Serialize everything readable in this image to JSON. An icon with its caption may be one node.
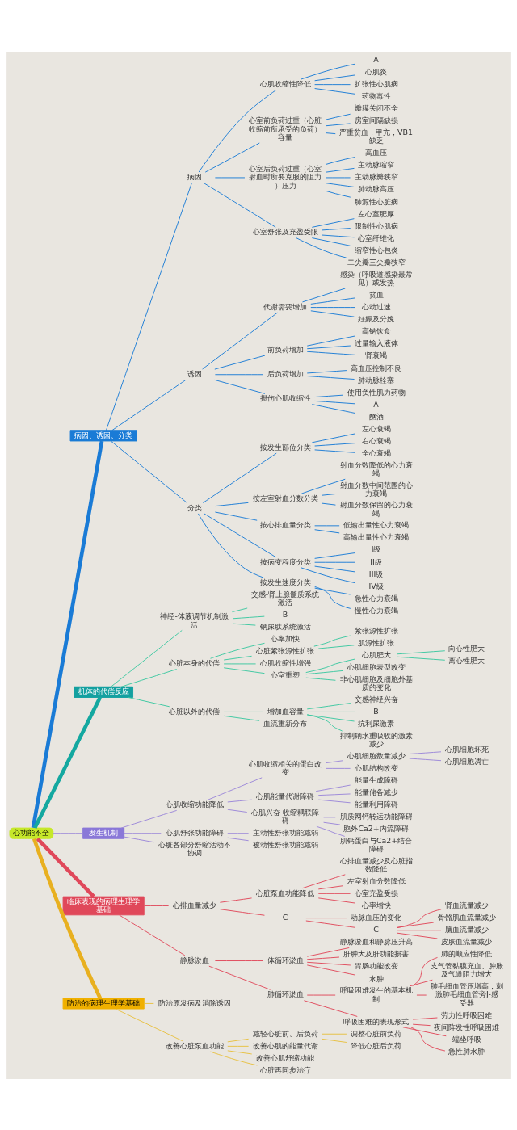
{
  "diagram": {
    "nodes": [
      {
        "text": [
          "心功能不全"
        ]
      },
      {
        "text": [
          "病因、诱因、分类"
        ]
      },
      {
        "text": [
          "病因"
        ]
      },
      {
        "text": [
          "心肌收缩性降低"
        ]
      },
      {
        "text": [
          "A"
        ]
      },
      {
        "text": [
          "心肌炎"
        ]
      },
      {
        "text": [
          "扩张性心肌病"
        ]
      },
      {
        "text": [
          "药物毒性"
        ]
      },
      {
        "text": [
          "心室前负荷过重（心脏收缩前所承受的负荷）容量"
        ]
      },
      {
        "text": [
          "瓣膜关闭不全"
        ]
      },
      {
        "text": [
          "房室间隔缺损"
        ]
      },
      {
        "text": [
          "严重贫血，甲亢，VB1缺乏"
        ]
      },
      {
        "text": [
          "心室后负荷过重（心室射血时所要克服的阻力）压力"
        ]
      },
      {
        "text": [
          "高血压"
        ]
      },
      {
        "text": [
          "主动脉缩窄"
        ]
      },
      {
        "text": [
          "主动脉瓣狭窄"
        ]
      },
      {
        "text": [
          "肺动脉高压"
        ]
      },
      {
        "text": [
          "肺源性心脏病"
        ]
      },
      {
        "text": [
          "心室舒张及充盈受限"
        ]
      },
      {
        "text": [
          "左心室肥厚"
        ]
      },
      {
        "text": [
          "限制性心肌病"
        ]
      },
      {
        "text": [
          "心室纤维化"
        ]
      },
      {
        "text": [
          "缩窄性心包炎"
        ]
      },
      {
        "text": [
          "二尖瓣三尖瓣狭窄"
        ]
      },
      {
        "text": [
          "诱因"
        ]
      },
      {
        "text": [
          "代谢需要增加"
        ]
      },
      {
        "text": [
          "感染（呼吸道感染最常见）或发热"
        ]
      },
      {
        "text": [
          "贫血"
        ]
      },
      {
        "text": [
          "心动过速"
        ]
      },
      {
        "text": [
          "妊娠及分娩"
        ]
      },
      {
        "text": [
          "前负荷增加"
        ]
      },
      {
        "text": [
          "高钠饮食"
        ]
      },
      {
        "text": [
          "过量输入液体"
        ]
      },
      {
        "text": [
          "肾衰竭"
        ]
      },
      {
        "text": [
          "后负荷增加"
        ]
      },
      {
        "text": [
          "高血压控制不良"
        ]
      },
      {
        "text": [
          "肺动脉栓塞"
        ]
      },
      {
        "text": [
          "损伤心肌收缩性"
        ]
      },
      {
        "text": [
          "使用负性肌力药物"
        ]
      },
      {
        "text": [
          "A"
        ]
      },
      {
        "text": [
          "酗酒"
        ]
      },
      {
        "text": [
          "分类"
        ]
      },
      {
        "text": [
          "按发生部位分类"
        ]
      },
      {
        "text": [
          "左心衰竭"
        ]
      },
      {
        "text": [
          "右心衰竭"
        ]
      },
      {
        "text": [
          "全心衰竭"
        ]
      },
      {
        "text": [
          "按左室射血分数分类"
        ]
      },
      {
        "text": [
          "射血分数降低的心力衰竭"
        ]
      },
      {
        "text": [
          "射血分数中间范围的心力衰竭"
        ]
      },
      {
        "text": [
          "射血分数保留的心力衰竭"
        ]
      },
      {
        "text": [
          "按心排血量分类"
        ]
      },
      {
        "text": [
          "低输出量性心力衰竭"
        ]
      },
      {
        "text": [
          "高输出量性心力衰竭"
        ]
      },
      {
        "text": [
          "按病变程度分类"
        ]
      },
      {
        "text": [
          "I级"
        ]
      },
      {
        "text": [
          "II级"
        ]
      },
      {
        "text": [
          "III级"
        ]
      },
      {
        "text": [
          "IV级"
        ]
      },
      {
        "text": [
          "按发生速度分类"
        ]
      },
      {
        "text": [
          "急性心力衰竭"
        ]
      },
      {
        "text": [
          "慢性心力衰竭"
        ]
      },
      {
        "text": [
          "机体的代偿反应"
        ]
      },
      {
        "text": [
          "神经-体液调节机制激活"
        ]
      },
      {
        "text": [
          "交感-肾上腺髓质系统激活"
        ]
      },
      {
        "text": [
          "B"
        ]
      },
      {
        "text": [
          "钠尿肽系统激活"
        ]
      },
      {
        "text": [
          "心脏本身的代偿"
        ]
      },
      {
        "text": [
          "心率加快"
        ]
      },
      {
        "text": [
          "心脏紧张源性扩张"
        ]
      },
      {
        "text": [
          "紧张源性扩张"
        ]
      },
      {
        "text": [
          "肌源性扩张"
        ]
      },
      {
        "text": [
          "心肌收缩性增强"
        ]
      },
      {
        "text": [
          "心室重塑"
        ]
      },
      {
        "text": [
          "心肌肥大"
        ]
      },
      {
        "text": [
          "向心性肥大"
        ]
      },
      {
        "text": [
          "离心性肥大"
        ]
      },
      {
        "text": [
          "心肌细胞表型改变"
        ]
      },
      {
        "text": [
          "非心肌细胞及细胞外基质的变化"
        ]
      },
      {
        "text": [
          "心脏以外的代偿"
        ]
      },
      {
        "text": [
          "增加血容量"
        ]
      },
      {
        "text": [
          "交感神经兴奋"
        ]
      },
      {
        "text": [
          "B"
        ]
      },
      {
        "text": [
          "抗利尿激素"
        ]
      },
      {
        "text": [
          "抑制钠水重吸收的激素减少"
        ]
      },
      {
        "text": [
          "血流重新分布"
        ]
      },
      {
        "text": [
          "发生机制"
        ]
      },
      {
        "text": [
          "心肌收缩功能降低"
        ]
      },
      {
        "text": [
          "心肌收缩相关的蛋白改变"
        ]
      },
      {
        "text": [
          "心肌细胞数量减少"
        ]
      },
      {
        "text": [
          "心肌细胞坏死"
        ]
      },
      {
        "text": [
          "心肌细胞凋亡"
        ]
      },
      {
        "text": [
          "心肌结构改变"
        ]
      },
      {
        "text": [
          "心肌能量代谢障碍"
        ]
      },
      {
        "text": [
          "能量生成障碍"
        ]
      },
      {
        "text": [
          "能量储备减少"
        ]
      },
      {
        "text": [
          "能量利用障碍"
        ]
      },
      {
        "text": [
          "心肌兴奋-收缩耦联障碍"
        ]
      },
      {
        "text": [
          "肌质网钙转运功能障碍"
        ]
      },
      {
        "text": [
          "胞外Ca2+内流障碍"
        ]
      },
      {
        "text": [
          "肌钙蛋白与Ca2+结合障碍"
        ]
      },
      {
        "text": [
          "心肌舒张功能障碍"
        ]
      },
      {
        "text": [
          "主动性舒张功能减弱"
        ]
      },
      {
        "text": [
          "被动性舒张功能减弱"
        ]
      },
      {
        "text": [
          "心脏各部分舒缩活动不协调"
        ]
      },
      {
        "text": [
          "临床表现的病理生理学基础"
        ]
      },
      {
        "text": [
          "心排血量减少"
        ]
      },
      {
        "text": [
          "心脏泵血功能降低"
        ]
      },
      {
        "text": [
          "心排血量减少及心脏指数降低"
        ]
      },
      {
        "text": [
          "左室射血分数降低"
        ]
      },
      {
        "text": [
          "心室充盈受损"
        ]
      },
      {
        "text": [
          "心率增快"
        ]
      },
      {
        "text": [
          "C"
        ]
      },
      {
        "text": [
          "动脉血压的变化"
        ]
      },
      {
        "text": [
          "C"
        ]
      },
      {
        "text": [
          "肾血流量减少"
        ]
      },
      {
        "text": [
          "骨骼肌血流量减少"
        ]
      },
      {
        "text": [
          "脑血流量减少"
        ]
      },
      {
        "text": [
          "皮肤血流量减少"
        ]
      },
      {
        "text": [
          "静脉淤血"
        ]
      },
      {
        "text": [
          "体循环淤血"
        ]
      },
      {
        "text": [
          "静脉淤血和静脉压升高"
        ]
      },
      {
        "text": [
          "肝肿大及肝功能损害"
        ]
      },
      {
        "text": [
          "胃肠功能改变"
        ]
      },
      {
        "text": [
          "水肿"
        ]
      },
      {
        "text": [
          "肺循环淤血"
        ]
      },
      {
        "text": [
          "呼吸困难发生的基本机制"
        ]
      },
      {
        "text": [
          "肺的顺应性降低"
        ]
      },
      {
        "text": [
          "支气管黏膜充血、肿胀及气道阻力增大"
        ]
      },
      {
        "text": [
          "肺毛细血管压增高，刺激肺毛细血管旁J-感受器"
        ]
      },
      {
        "text": [
          "呼吸困难的表现形式"
        ]
      },
      {
        "text": [
          "劳力性呼吸困难"
        ]
      },
      {
        "text": [
          "夜间阵发性呼吸困难"
        ]
      },
      {
        "text": [
          "端坐呼吸"
        ]
      },
      {
        "text": [
          "急性肺水肿"
        ]
      },
      {
        "text": [
          "防治的病理生理学基础"
        ]
      },
      {
        "text": [
          "防治原发病及消除诱因"
        ]
      },
      {
        "text": [
          "改善心脏泵血功能"
        ]
      },
      {
        "text": [
          "减轻心脏前、后负荷"
        ]
      },
      {
        "text": [
          "调整心脏前负荷"
        ]
      },
      {
        "text": [
          "降低心脏后负荷"
        ]
      },
      {
        "text": [
          "改善心肌的能量代谢"
        ]
      },
      {
        "text": [
          "改善心肌舒缩功能"
        ]
      },
      {
        "text": [
          "心脏再同步治疗"
        ]
      }
    ],
    "edges": [
      {
        "from": 0,
        "to": 1,
        "arrow": "none",
        "style": "thick",
        "color": "#1a7bd6"
      },
      {
        "from": 1,
        "to": 2,
        "arrow": "none",
        "color": "#1a7bd6"
      },
      {
        "from": 2,
        "to": 3,
        "arrow": "none",
        "color": "#1a7bd6"
      },
      {
        "from": 3,
        "to": 4,
        "arrow": "none",
        "color": "#1a7bd6"
      },
      {
        "from": 3,
        "to": 5,
        "arrow": "none",
        "color": "#1a7bd6"
      },
      {
        "from": 3,
        "to": 6,
        "arrow": "none",
        "color": "#1a7bd6"
      },
      {
        "from": 3,
        "to": 7,
        "arrow": "none",
        "color": "#1a7bd6"
      },
      {
        "from": 2,
        "to": 8,
        "arrow": "none",
        "color": "#1a7bd6"
      },
      {
        "from": 8,
        "to": 9,
        "arrow": "none",
        "color": "#1a7bd6"
      },
      {
        "from": 8,
        "to": 10,
        "arrow": "none",
        "color": "#1a7bd6"
      },
      {
        "from": 8,
        "to": 11,
        "arrow": "none",
        "color": "#1a7bd6"
      },
      {
        "from": 2,
        "to": 12,
        "arrow": "none",
        "color": "#1a7bd6"
      },
      {
        "from": 12,
        "to": 13,
        "arrow": "none",
        "color": "#1a7bd6"
      },
      {
        "from": 12,
        "to": 14,
        "arrow": "none",
        "color": "#1a7bd6"
      },
      {
        "from": 12,
        "to": 15,
        "arrow": "none",
        "color": "#1a7bd6"
      },
      {
        "from": 12,
        "to": 16,
        "arrow": "none",
        "color": "#1a7bd6"
      },
      {
        "from": 12,
        "to": 17,
        "arrow": "none",
        "color": "#1a7bd6"
      },
      {
        "from": 2,
        "to": 18,
        "arrow": "none",
        "color": "#1a7bd6"
      },
      {
        "from": 18,
        "to": 19,
        "arrow": "none",
        "color": "#1a7bd6"
      },
      {
        "from": 18,
        "to": 20,
        "arrow": "none",
        "color": "#1a7bd6"
      },
      {
        "from": 18,
        "to": 21,
        "arrow": "none",
        "color": "#1a7bd6"
      },
      {
        "from": 18,
        "to": 22,
        "arrow": "none",
        "color": "#1a7bd6"
      },
      {
        "from": 18,
        "to": 23,
        "arrow": "none",
        "color": "#1a7bd6"
      },
      {
        "from": 1,
        "to": 24,
        "arrow": "none",
        "color": "#1a7bd6"
      },
      {
        "from": 24,
        "to": 25,
        "arrow": "none",
        "color": "#1a7bd6"
      },
      {
        "from": 25,
        "to": 26,
        "arrow": "none",
        "color": "#1a7bd6"
      },
      {
        "from": 25,
        "to": 27,
        "arrow": "none",
        "color": "#1a7bd6"
      },
      {
        "from": 25,
        "to": 28,
        "arrow": "none",
        "color": "#1a7bd6"
      },
      {
        "from": 25,
        "to": 29,
        "arrow": "none",
        "color": "#1a7bd6"
      },
      {
        "from": 24,
        "to": 30,
        "arrow": "none",
        "color": "#1a7bd6"
      },
      {
        "from": 30,
        "to": 31,
        "arrow": "none",
        "color": "#1a7bd6"
      },
      {
        "from": 30,
        "to": 32,
        "arrow": "none",
        "color": "#1a7bd6"
      },
      {
        "from": 30,
        "to": 33,
        "arrow": "none",
        "color": "#1a7bd6"
      },
      {
        "from": 24,
        "to": 34,
        "arrow": "none",
        "color": "#1a7bd6"
      },
      {
        "from": 34,
        "to": 35,
        "arrow": "none",
        "color": "#1a7bd6"
      },
      {
        "from": 34,
        "to": 36,
        "arrow": "none",
        "color": "#1a7bd6"
      },
      {
        "from": 24,
        "to": 37,
        "arrow": "none",
        "color": "#1a7bd6"
      },
      {
        "from": 37,
        "to": 38,
        "arrow": "none",
        "color": "#1a7bd6"
      },
      {
        "from": 37,
        "to": 39,
        "arrow": "none",
        "color": "#1a7bd6"
      },
      {
        "from": 37,
        "to": 40,
        "arrow": "none",
        "color": "#1a7bd6"
      },
      {
        "from": 1,
        "to": 41,
        "arrow": "none",
        "color": "#1a7bd6"
      },
      {
        "from": 41,
        "to": 42,
        "arrow": "none",
        "color": "#1a7bd6"
      },
      {
        "from": 42,
        "to": 43,
        "arrow": "none",
        "color": "#1a7bd6"
      },
      {
        "from": 42,
        "to": 44,
        "arrow": "none",
        "color": "#1a7bd6"
      },
      {
        "from": 42,
        "to": 45,
        "arrow": "none",
        "color": "#1a7bd6"
      },
      {
        "from": 41,
        "to": 46,
        "arrow": "none",
        "color": "#1a7bd6"
      },
      {
        "from": 46,
        "to": 47,
        "arrow": "none",
        "color": "#1a7bd6"
      },
      {
        "from": 46,
        "to": 48,
        "arrow": "none",
        "color": "#1a7bd6"
      },
      {
        "from": 46,
        "to": 49,
        "arrow": "none",
        "color": "#1a7bd6"
      },
      {
        "from": 41,
        "to": 50,
        "arrow": "none",
        "color": "#1a7bd6"
      },
      {
        "from": 50,
        "to": 51,
        "arrow": "none",
        "color": "#1a7bd6"
      },
      {
        "from": 50,
        "to": 52,
        "arrow": "none",
        "color": "#1a7bd6"
      },
      {
        "from": 41,
        "to": 53,
        "arrow": "none",
        "color": "#1a7bd6"
      },
      {
        "from": 53,
        "to": 54,
        "arrow": "none",
        "color": "#1a7bd6"
      },
      {
        "from": 53,
        "to": 55,
        "arrow": "none",
        "color": "#1a7bd6"
      },
      {
        "from": 53,
        "to": 56,
        "arrow": "none",
        "color": "#1a7bd6"
      },
      {
        "from": 53,
        "to": 57,
        "arrow": "none",
        "color": "#1a7bd6"
      },
      {
        "from": 41,
        "to": 58,
        "arrow": "none",
        "color": "#1a7bd6"
      },
      {
        "from": 58,
        "to": 59,
        "arrow": "none",
        "color": "#1a7bd6"
      },
      {
        "from": 58,
        "to": 60,
        "arrow": "none",
        "color": "#1a7bd6"
      },
      {
        "from": 0,
        "to": 61,
        "arrow": "none",
        "style": "thick",
        "color": "#14a8a0"
      },
      {
        "from": 61,
        "to": 62,
        "arrow": "none",
        "color": "#3cc8a0"
      },
      {
        "from": 62,
        "to": 63,
        "arrow": "none",
        "color": "#3cc8a0"
      },
      {
        "from": 62,
        "to": 64,
        "arrow": "none",
        "color": "#3cc8a0"
      },
      {
        "from": 62,
        "to": 65,
        "arrow": "none",
        "color": "#3cc8a0"
      },
      {
        "from": 61,
        "to": 66,
        "arrow": "none",
        "color": "#3cc8a0"
      },
      {
        "from": 66,
        "to": 67,
        "arrow": "none",
        "color": "#3cc8a0"
      },
      {
        "from": 66,
        "to": 68,
        "arrow": "none",
        "color": "#3cc8a0"
      },
      {
        "from": 68,
        "to": 69,
        "arrow": "none",
        "color": "#3cc8a0"
      },
      {
        "from": 68,
        "to": 70,
        "arrow": "none",
        "color": "#3cc8a0"
      },
      {
        "from": 66,
        "to": 71,
        "arrow": "none",
        "color": "#3cc8a0"
      },
      {
        "from": 66,
        "to": 72,
        "arrow": "none",
        "color": "#3cc8a0"
      },
      {
        "from": 72,
        "to": 73,
        "arrow": "none",
        "color": "#3cc8a0"
      },
      {
        "from": 73,
        "to": 74,
        "arrow": "none",
        "color": "#3cc8a0"
      },
      {
        "from": 73,
        "to": 75,
        "arrow": "none",
        "color": "#3cc8a0"
      },
      {
        "from": 72,
        "to": 76,
        "arrow": "none",
        "color": "#3cc8a0"
      },
      {
        "from": 72,
        "to": 77,
        "arrow": "none",
        "color": "#3cc8a0"
      },
      {
        "from": 61,
        "to": 78,
        "arrow": "none",
        "color": "#3cc8a0"
      },
      {
        "from": 78,
        "to": 79,
        "arrow": "none",
        "color": "#3cc8a0"
      },
      {
        "from": 79,
        "to": 80,
        "arrow": "none",
        "color": "#3cc8a0"
      },
      {
        "from": 79,
        "to": 81,
        "arrow": "none",
        "color": "#3cc8a0"
      },
      {
        "from": 79,
        "to": 82,
        "arrow": "none",
        "color": "#3cc8a0"
      },
      {
        "from": 79,
        "to": 83,
        "arrow": "none",
        "color": "#3cc8a0"
      },
      {
        "from": 78,
        "to": 84,
        "arrow": "none",
        "color": "#3cc8a0"
      },
      {
        "from": 0,
        "to": 85,
        "arrow": "none",
        "color": "#9b87d9"
      },
      {
        "from": 85,
        "to": 86,
        "arrow": "none",
        "color": "#9b87d9"
      },
      {
        "from": 86,
        "to": 87,
        "arrow": "none",
        "color": "#9b87d9"
      },
      {
        "from": 87,
        "to": 88,
        "arrow": "none",
        "color": "#9b87d9"
      },
      {
        "from": 88,
        "to": 89,
        "arrow": "none",
        "color": "#9b87d9"
      },
      {
        "from": 88,
        "to": 90,
        "arrow": "none",
        "color": "#9b87d9"
      },
      {
        "from": 87,
        "to": 91,
        "arrow": "none",
        "color": "#9b87d9"
      },
      {
        "from": 86,
        "to": 92,
        "arrow": "none",
        "color": "#9b87d9"
      },
      {
        "from": 92,
        "to": 93,
        "arrow": "none",
        "color": "#9b87d9"
      },
      {
        "from": 92,
        "to": 94,
        "arrow": "none",
        "color": "#9b87d9"
      },
      {
        "from": 92,
        "to": 95,
        "arrow": "none",
        "color": "#9b87d9"
      },
      {
        "from": 86,
        "to": 96,
        "arrow": "none",
        "color": "#9b87d9"
      },
      {
        "from": 96,
        "to": 97,
        "arrow": "none",
        "color": "#9b87d9"
      },
      {
        "from": 96,
        "to": 98,
        "arrow": "none",
        "color": "#9b87d9"
      },
      {
        "from": 96,
        "to": 99,
        "arrow": "none",
        "color": "#9b87d9"
      },
      {
        "from": 85,
        "to": 100,
        "arrow": "none",
        "color": "#9b87d9"
      },
      {
        "from": 100,
        "to": 101,
        "arrow": "none",
        "color": "#9b87d9"
      },
      {
        "from": 100,
        "to": 102,
        "arrow": "none",
        "color": "#9b87d9"
      },
      {
        "from": 85,
        "to": 103,
        "arrow": "none",
        "color": "#9b87d9"
      },
      {
        "from": 0,
        "to": 104,
        "arrow": "none",
        "style": "thick",
        "color": "#e0485a"
      },
      {
        "from": 104,
        "to": 105,
        "arrow": "none",
        "color": "#e0485a"
      },
      {
        "from": 105,
        "to": 106,
        "arrow": "none",
        "color": "#e0485a"
      },
      {
        "from": 106,
        "to": 107,
        "arrow": "none",
        "color": "#e0485a"
      },
      {
        "from": 106,
        "to": 108,
        "arrow": "none",
        "color": "#e0485a"
      },
      {
        "from": 106,
        "to": 109,
        "arrow": "none",
        "color": "#e0485a"
      },
      {
        "from": 106,
        "to": 110,
        "arrow": "none",
        "color": "#e0485a"
      },
      {
        "from": 105,
        "to": 111,
        "arrow": "none",
        "color": "#e0485a"
      },
      {
        "from": 111,
        "to": 112,
        "arrow": "none",
        "color": "#e0485a"
      },
      {
        "from": 111,
        "to": 113,
        "arrow": "none",
        "color": "#e0485a"
      },
      {
        "from": 113,
        "to": 114,
        "arrow": "none",
        "color": "#e0485a"
      },
      {
        "from": 113,
        "to": 115,
        "arrow": "none",
        "color": "#e0485a"
      },
      {
        "from": 113,
        "to": 116,
        "arrow": "none",
        "color": "#e0485a"
      },
      {
        "from": 113,
        "to": 117,
        "arrow": "none",
        "color": "#e0485a"
      },
      {
        "from": 104,
        "to": 118,
        "arrow": "none",
        "color": "#e0485a"
      },
      {
        "from": 118,
        "to": 119,
        "arrow": "none",
        "color": "#e0485a"
      },
      {
        "from": 119,
        "to": 120,
        "arrow": "none",
        "color": "#e0485a"
      },
      {
        "from": 119,
        "to": 121,
        "arrow": "none",
        "color": "#e0485a"
      },
      {
        "from": 119,
        "to": 122,
        "arrow": "none",
        "color": "#e0485a"
      },
      {
        "from": 119,
        "to": 123,
        "arrow": "none",
        "color": "#e0485a"
      },
      {
        "from": 118,
        "to": 124,
        "arrow": "none",
        "color": "#e0485a"
      },
      {
        "from": 124,
        "to": 125,
        "arrow": "none",
        "color": "#e0485a"
      },
      {
        "from": 125,
        "to": 126,
        "arrow": "none",
        "color": "#e0485a"
      },
      {
        "from": 125,
        "to": 127,
        "arrow": "none",
        "color": "#e0485a"
      },
      {
        "from": 125,
        "to": 128,
        "arrow": "none",
        "color": "#e0485a"
      },
      {
        "from": 124,
        "to": 129,
        "arrow": "none",
        "color": "#e0485a"
      },
      {
        "from": 129,
        "to": 130,
        "arrow": "none",
        "color": "#e0485a"
      },
      {
        "from": 129,
        "to": 131,
        "arrow": "none",
        "color": "#e0485a"
      },
      {
        "from": 129,
        "to": 132,
        "arrow": "none",
        "color": "#e0485a"
      },
      {
        "from": 129,
        "to": 133,
        "arrow": "none",
        "color": "#e0485a"
      },
      {
        "from": 0,
        "to": 134,
        "arrow": "none",
        "style": "thick",
        "color": "#e8b020"
      },
      {
        "from": 134,
        "to": 135,
        "arrow": "none",
        "color": "#e8c040"
      },
      {
        "from": 134,
        "to": 136,
        "arrow": "none",
        "color": "#e8c040"
      },
      {
        "from": 136,
        "to": 137,
        "arrow": "none",
        "color": "#e8c040"
      },
      {
        "from": 137,
        "to": 138,
        "arrow": "none",
        "color": "#e8c040"
      },
      {
        "from": 137,
        "to": 139,
        "arrow": "none",
        "color": "#e8c040"
      },
      {
        "from": 136,
        "to": 140,
        "arrow": "none",
        "color": "#e8c040"
      },
      {
        "from": 136,
        "to": 141,
        "arrow": "none",
        "color": "#e8c040"
      },
      {
        "from": 136,
        "to": 142,
        "arrow": "none",
        "color": "#e8c040"
      }
    ]
  }
}
